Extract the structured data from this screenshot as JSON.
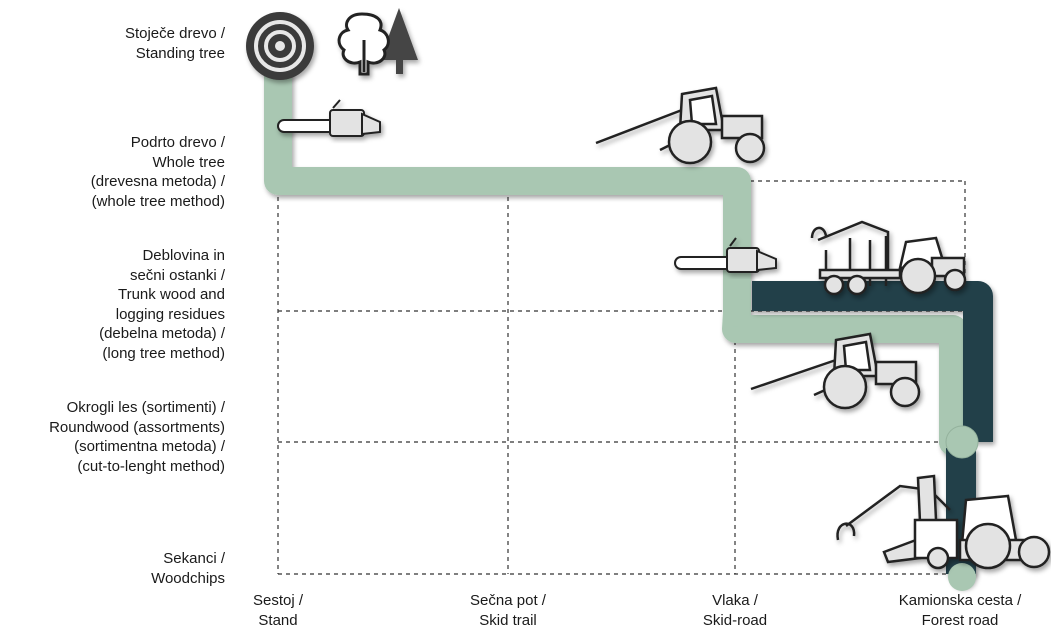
{
  "rows": [
    {
      "id": "standing-tree",
      "lines": [
        "Stoječe drevo /",
        "Standing tree"
      ]
    },
    {
      "id": "whole-tree",
      "lines": [
        "Podrto drevo /",
        "Whole tree",
        "(drevesna metoda) /",
        "(whole tree method)"
      ]
    },
    {
      "id": "trunk-wood",
      "lines": [
        "Deblovina in",
        "sečni ostanki /",
        "Trunk wood and",
        "logging residues",
        "(debelna metoda) /",
        "(long tree method)"
      ]
    },
    {
      "id": "roundwood",
      "lines": [
        "Okrogli les (sortimenti) /",
        "Roundwood (assortments)",
        "(sortimentna metoda) /",
        "(cut-to-lenght method)"
      ]
    },
    {
      "id": "woodchips",
      "lines": [
        "Sekanci /",
        "Woodchips"
      ]
    }
  ],
  "columns": [
    {
      "id": "stand",
      "lines": [
        "Sestoj /",
        "Stand"
      ]
    },
    {
      "id": "skid-trail",
      "lines": [
        "Sečna pot /",
        "Skid trail"
      ]
    },
    {
      "id": "skid-road",
      "lines": [
        "Vlaka /",
        "Skid-road"
      ]
    },
    {
      "id": "forest-road",
      "lines": [
        "Kamionska cesta /",
        "Forest road"
      ]
    }
  ],
  "colors": {
    "light_path": "#a9c7b2",
    "dark_path": "#233f49",
    "grid": "#333333",
    "icon_stroke": "#222222",
    "icon_fill": "#e3e3e3"
  }
}
